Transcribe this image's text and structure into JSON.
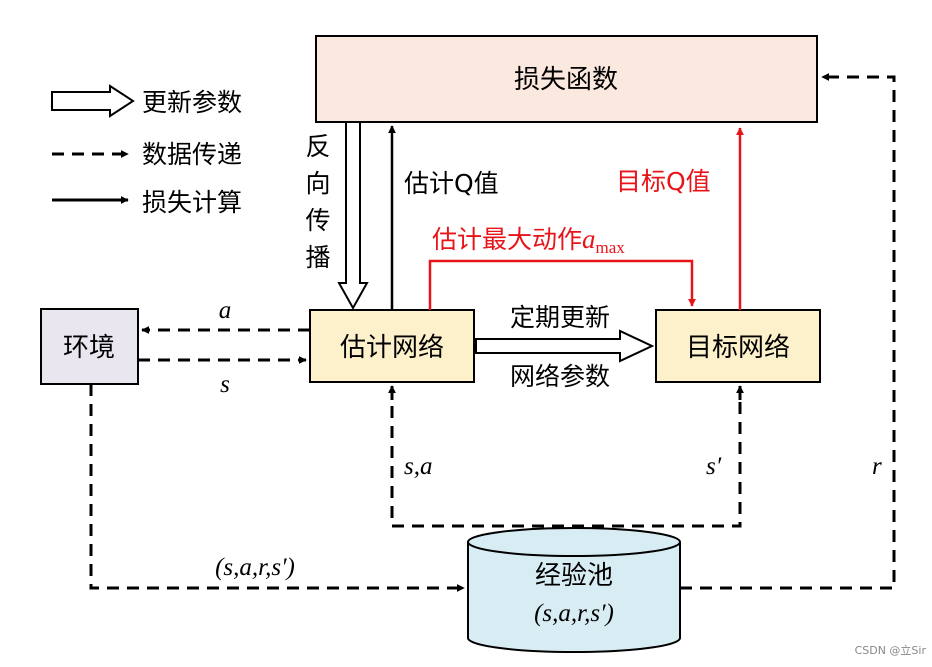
{
  "colors": {
    "loss_box_fill": "#fbe9e0",
    "network_box_fill": "#fdf1cc",
    "env_box_fill": "#e9e6f0",
    "pool_fill": "#d8ecf3",
    "red_accent": "#e8141a",
    "stroke": "#000000"
  },
  "legend": {
    "update_params": "更新参数",
    "data_transfer": "数据传递",
    "loss_calc": "损失计算"
  },
  "boxes": {
    "loss_function": "损失函数",
    "environment": "环境",
    "estimate_network": "估计网络",
    "target_network": "目标网络",
    "replay_pool": "经验池",
    "replay_pool_tuple": "(s,a,r,s′)"
  },
  "labels": {
    "backprop": [
      "反",
      "向",
      "传",
      "播"
    ],
    "estimate_q": "估计Q值",
    "target_q": "目标Q值",
    "estimate_max_action": "估计最大动作",
    "a_symbol": "a",
    "a_max_sub": "max",
    "periodic_update": "定期更新",
    "network_params": "网络参数",
    "action_a": "a",
    "state_s": "s",
    "s_a": "s,a",
    "s_prime": "s′",
    "reward_r": "r",
    "transition_tuple": "(s,a,r,s′)"
  },
  "watermark": "CSDN @立Sir"
}
